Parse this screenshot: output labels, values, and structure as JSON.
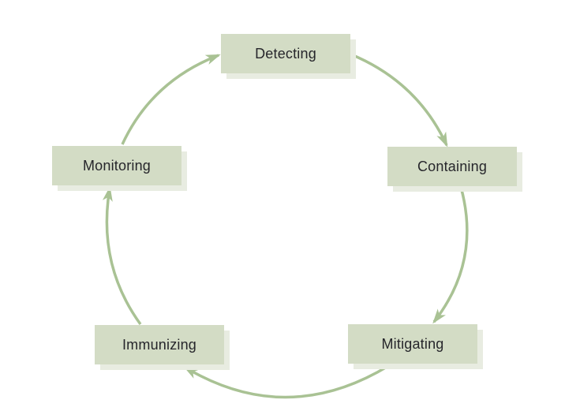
{
  "diagram": {
    "type": "cycle",
    "description": "Five-stage circular process flow",
    "nodes": [
      {
        "id": "detecting",
        "label": "Detecting"
      },
      {
        "id": "containing",
        "label": "Containing"
      },
      {
        "id": "mitigating",
        "label": "Mitigating"
      },
      {
        "id": "immunizing",
        "label": "Immunizing"
      },
      {
        "id": "monitoring",
        "label": "Monitoring"
      }
    ],
    "edges": [
      {
        "from": "Detecting",
        "to": "Containing"
      },
      {
        "from": "Containing",
        "to": "Mitigating"
      },
      {
        "from": "Mitigating",
        "to": "Immunizing"
      },
      {
        "from": "Immunizing",
        "to": "Monitoring"
      },
      {
        "from": "Monitoring",
        "to": "Detecting"
      }
    ],
    "colors": {
      "background": "#ffffff",
      "node_fill": "#d3dcc5",
      "node_shadow": "#e8ece1",
      "arrow": "#a9c294",
      "text": "#26262b"
    }
  }
}
